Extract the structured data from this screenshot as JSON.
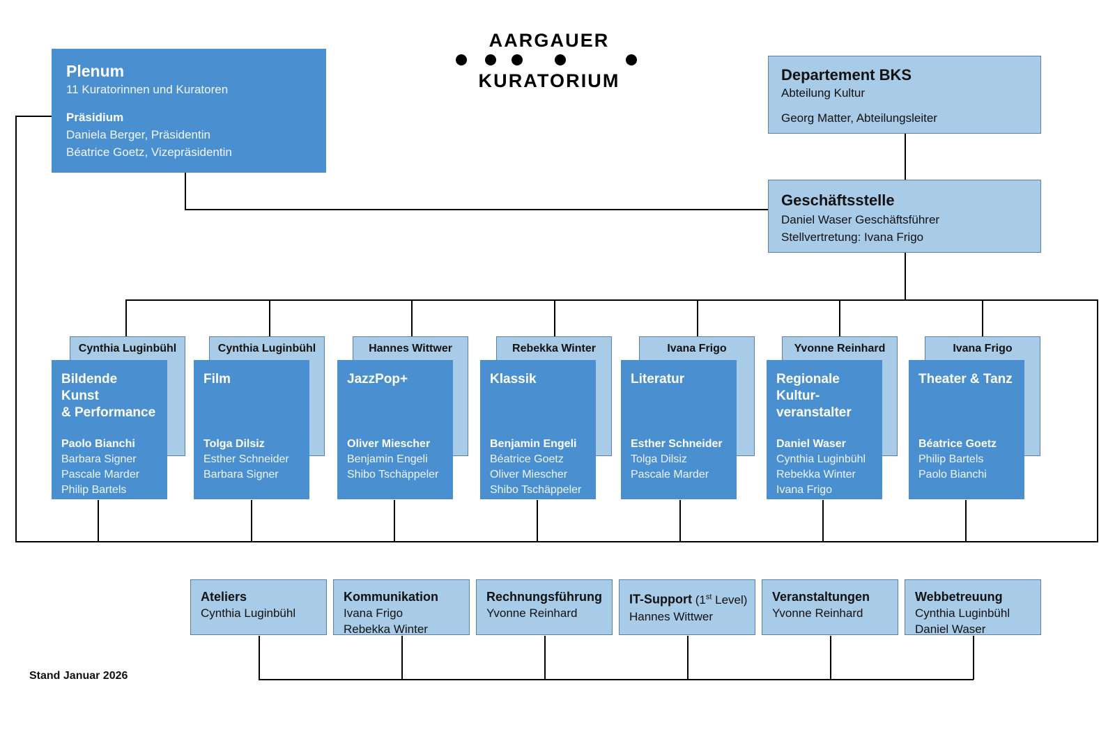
{
  "logo": {
    "line1": "AARGAUER",
    "line2": "KURATORIUM",
    "dot_count": 5
  },
  "colors": {
    "panel_dark": "#4a90d0",
    "panel_light": "#a8cbe8",
    "border": "#5b7fa6",
    "line": "#000000",
    "text_light": "#ffffff",
    "text_dark": "#111111"
  },
  "plenum": {
    "title": "Plenum",
    "subtitle": "11 Kuratorinnen und Kuratoren",
    "section_title": "Präsidium",
    "member1": "Daniela Berger, Präsidentin",
    "member2": "Béatrice Goetz, Vizepräsidentin"
  },
  "departement_bks": {
    "title": "Departement BKS",
    "subtitle": "Abteilung Kultur",
    "person": "Georg Matter, Abteilungsleiter"
  },
  "geschaeftsstelle": {
    "title": "Geschäftsstelle",
    "line1": "Daniel Waser Geschäftsführer",
    "line2": "Stellvertretung: Ivana Frigo"
  },
  "departments": [
    {
      "curator": "Cynthia Luginbühl",
      "name": "Bildende Kunst\n& Performance",
      "name_lines": [
        "Bildende Kunst",
        "& Performance"
      ],
      "lead": "Paolo Bianchi",
      "members": [
        "Barbara Signer",
        "Pascale Marder",
        "Philip Bartels"
      ]
    },
    {
      "curator": "Cynthia Luginbühl",
      "name": "Film",
      "name_lines": [
        "Film"
      ],
      "lead": "Tolga Dilsiz",
      "members": [
        "Esther Schneider",
        "Barbara Signer"
      ]
    },
    {
      "curator": "Hannes Wittwer",
      "name": "JazzPop+",
      "name_lines": [
        "JazzPop+"
      ],
      "lead": "Oliver Miescher",
      "members": [
        "Benjamin Engeli",
        "Shibo Tschäppeler"
      ]
    },
    {
      "curator": "Rebekka Winter",
      "name": "Klassik",
      "name_lines": [
        "Klassik"
      ],
      "lead": "Benjamin Engeli",
      "members": [
        "Béatrice Goetz",
        "Oliver Miescher",
        "Shibo Tschäppeler"
      ]
    },
    {
      "curator": "Ivana Frigo",
      "name": "Literatur",
      "name_lines": [
        "Literatur"
      ],
      "lead": "Esther Schneider",
      "members": [
        "Tolga Dilsiz",
        "Pascale Marder"
      ]
    },
    {
      "curator": "Yvonne Reinhard",
      "name": "Regionale Kulturveranstalter",
      "name_lines": [
        "Regionale",
        "Kultur-",
        "veranstalter"
      ],
      "lead": "Daniel Waser",
      "members": [
        "Cynthia Luginbühl",
        "Rebekka Winter",
        "Ivana Frigo"
      ]
    },
    {
      "curator": "Ivana Frigo",
      "name": "Theater & Tanz",
      "name_lines": [
        "Theater & Tanz"
      ],
      "lead": "Béatrice Goetz",
      "members": [
        "Philip Bartels",
        "Paolo Bianchi"
      ]
    }
  ],
  "services": [
    {
      "name": "Ateliers",
      "suffix": "",
      "people": [
        "Cynthia Luginbühl"
      ]
    },
    {
      "name": "Kommunikation",
      "suffix": "",
      "people": [
        "Ivana Frigo",
        "Rebekka Winter"
      ]
    },
    {
      "name": "Rechnungsführung",
      "suffix": "",
      "people": [
        "Yvonne Reinhard"
      ]
    },
    {
      "name": "IT-Support",
      "suffix": "(1st Level)",
      "people": [
        "Hannes Wittwer"
      ]
    },
    {
      "name": "Veranstaltungen",
      "suffix": "",
      "people": [
        "Yvonne Reinhard"
      ]
    },
    {
      "name": "Webbetreuung",
      "suffix": "",
      "people": [
        "Cynthia Luginbühl",
        "Daniel Waser"
      ]
    }
  ],
  "footer": {
    "stand": "Stand Januar 2026"
  }
}
